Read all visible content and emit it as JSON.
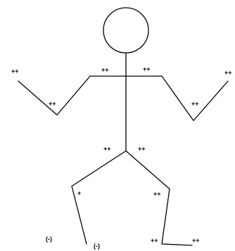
{
  "figure": {
    "line_color": "#000000",
    "background": "#ffffff",
    "parts": [
      "head",
      "torso",
      "left-arm",
      "right-arm",
      "left-leg",
      "right-leg"
    ]
  },
  "labels": {
    "shoulder_left": "++",
    "shoulder_right": "++",
    "left_hand": "++",
    "left_elbow": "++",
    "right_hand": "++",
    "right_elbow": "++",
    "hip_left": "++",
    "hip_right": "++",
    "left_knee": "+",
    "right_knee": "++",
    "left_foot_outer": "(-)",
    "left_foot": "(-)",
    "right_ankle": "++",
    "right_foot": "++"
  }
}
